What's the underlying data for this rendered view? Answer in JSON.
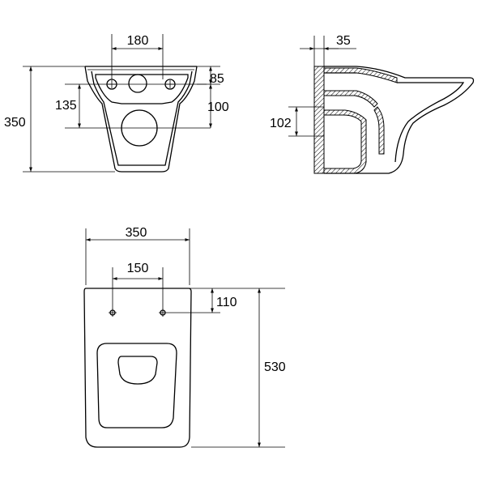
{
  "drawing": {
    "back_view": {
      "width_bolt_spacing": "180",
      "top_offset": "85",
      "bolt_height": "135",
      "outlet_offset": "100",
      "total_height": "350"
    },
    "side_view": {
      "wall_offset": "35",
      "inlet_height": "102"
    },
    "top_view": {
      "total_width": "350",
      "hinge_spacing": "150",
      "hinge_offset": "110",
      "total_length": "530"
    }
  }
}
